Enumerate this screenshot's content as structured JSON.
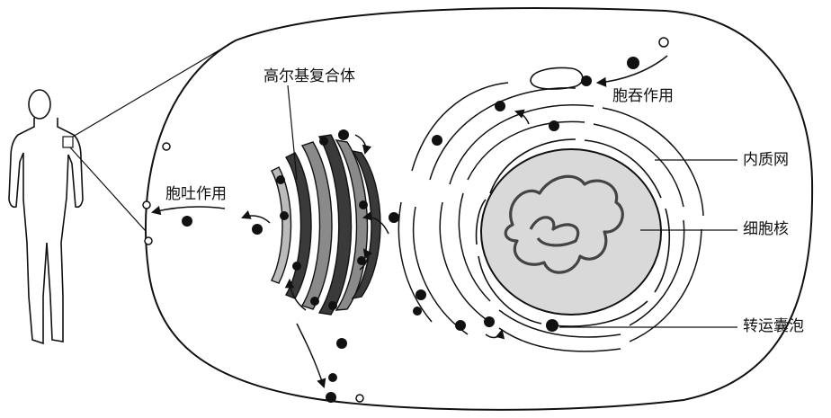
{
  "labels": {
    "golgi": "高尔基复合体",
    "endocytosis": "胞吞作用",
    "exocytosis": "胞吐作用",
    "er": "内质网",
    "nucleus": "细胞核",
    "vesicle": "转运囊泡"
  },
  "colors": {
    "line": "#111111",
    "nucleus_fill": "#d9d9d9",
    "stack_dark": "#3a3a3a",
    "stack_mid": "#8a8a8a",
    "vesicle": "#111111"
  },
  "icons": [
    "human-silhouette-icon"
  ]
}
